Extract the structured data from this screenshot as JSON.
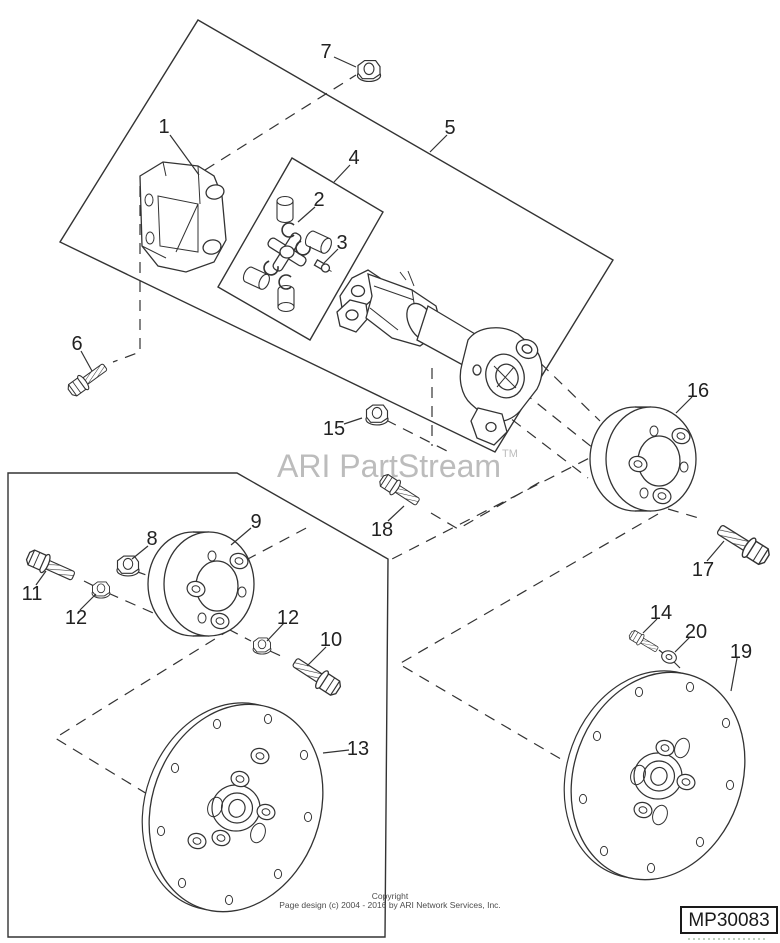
{
  "watermark": {
    "text": "ARI PartStream",
    "tm": "TM"
  },
  "footer": {
    "line1": "Copyright",
    "line2": "Page design (c) 2004 - 2016 by ARI Network Services, Inc."
  },
  "part_label": {
    "code": "MP30083"
  },
  "colors": {
    "line": "#333333",
    "watermark": "#bcbcbc",
    "footer_text": "#4d4d4d",
    "background": "#ffffff",
    "artifact_dots": "#a8c4a8"
  },
  "diagram": {
    "description": "Exploded parts diagram of a driveline / driveshaft coupler assembly",
    "callouts": [
      {
        "label": "1"
      },
      {
        "label": "2"
      },
      {
        "label": "3"
      },
      {
        "label": "4"
      },
      {
        "label": "5"
      },
      {
        "label": "6"
      },
      {
        "label": "7"
      },
      {
        "label": "8"
      },
      {
        "label": "9"
      },
      {
        "label": "10"
      },
      {
        "label": "11"
      },
      {
        "label": "12"
      },
      {
        "label": "12"
      },
      {
        "label": "13"
      },
      {
        "label": "14"
      },
      {
        "label": "15"
      },
      {
        "label": "16"
      },
      {
        "label": "17"
      },
      {
        "label": "18"
      },
      {
        "label": "19"
      },
      {
        "label": "20"
      }
    ]
  }
}
